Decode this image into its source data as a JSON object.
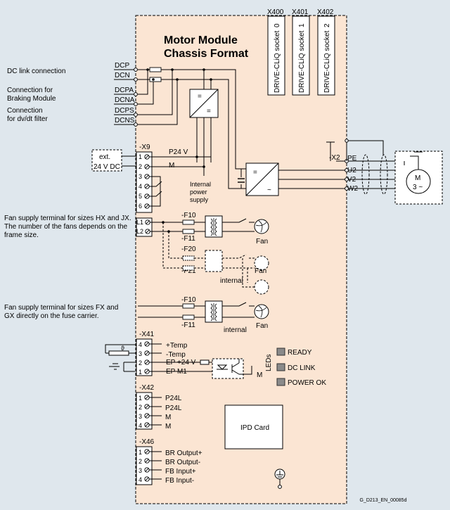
{
  "title_line1": "Motor Module",
  "title_line2": "Chassis Format",
  "sockets": [
    {
      "id": "X400",
      "label": "DRIVE-CLiQ socket",
      "num": "0"
    },
    {
      "id": "X401",
      "label": "DRIVE-CLiQ socket",
      "num": "1"
    },
    {
      "id": "X402",
      "label": "DRIVE-CLiQ socket",
      "num": "2"
    }
  ],
  "left_labels": {
    "dc_link": "DC link connection",
    "braking_1": "Connection for",
    "braking_2": "Braking Module",
    "dvdt_1": "Connection",
    "dvdt_2": "for dv/dt filter",
    "fan_hx_1": "Fan supply terminal for sizes HX and JX.",
    "fan_hx_2": "The number of the fans depends on the",
    "fan_hx_3": "frame size.",
    "fan_fx_1": "Fan supply terminal for sizes FX and",
    "fan_fx_2": "GX directly on the fuse carrier."
  },
  "dc_terminals": [
    "DCP",
    "DCN",
    "DCPA",
    "DCNA",
    "DCPS",
    "DCNS"
  ],
  "ext_supply_1": "ext.",
  "ext_supply_2": "24 V DC",
  "x9": {
    "label": "-X9",
    "pins": [
      "1",
      "2",
      "3",
      "4",
      "5",
      "6"
    ],
    "p24v": "P24 V",
    "m": "M",
    "internal_1": "Internal",
    "internal_2": "power",
    "internal_3": "supply"
  },
  "fan_terms": [
    "L1",
    "L2"
  ],
  "fuses": {
    "f10": "-F10",
    "f11": "-F11",
    "f20": "-F20",
    "f21": "-F21"
  },
  "fan_label": "Fan",
  "internal_label": "internal",
  "x2": {
    "label": "-X2",
    "pins": [
      "PE",
      "U2",
      "V2",
      "W2"
    ],
    "motor_1": "M",
    "motor_2": "3 ~"
  },
  "converter": {
    "dc": "=",
    "ac": "~"
  },
  "psu": {
    "top": "=",
    "bottom": "="
  },
  "x41": {
    "label": "-X41",
    "pins": [
      "4",
      "3",
      "2",
      "1"
    ],
    "signals": [
      "+Temp",
      "-Temp",
      "EP +24 V",
      "EP M1"
    ],
    "theta": "ϑ",
    "m": "M"
  },
  "leds_title": "LEDs",
  "leds": [
    {
      "label": "READY"
    },
    {
      "label": "DC LINK"
    },
    {
      "label": "POWER OK"
    }
  ],
  "x42": {
    "label": "-X42",
    "pins": [
      "1",
      "2",
      "3",
      "4"
    ],
    "signals": [
      "P24L",
      "P24L",
      "M",
      "M"
    ]
  },
  "ipd_card": "IPD Card",
  "x46": {
    "label": "-X46",
    "pins": [
      "1",
      "2",
      "3",
      "4"
    ],
    "signals": [
      "BR Output+",
      "BR Output-",
      "FB Input+",
      "FB Input-"
    ]
  },
  "doc_id": "G_D213_EN_00085d",
  "colors": {
    "module_fill": "#fbe5d3",
    "background": "#dfe7ed",
    "led": "#8a8a8a"
  }
}
